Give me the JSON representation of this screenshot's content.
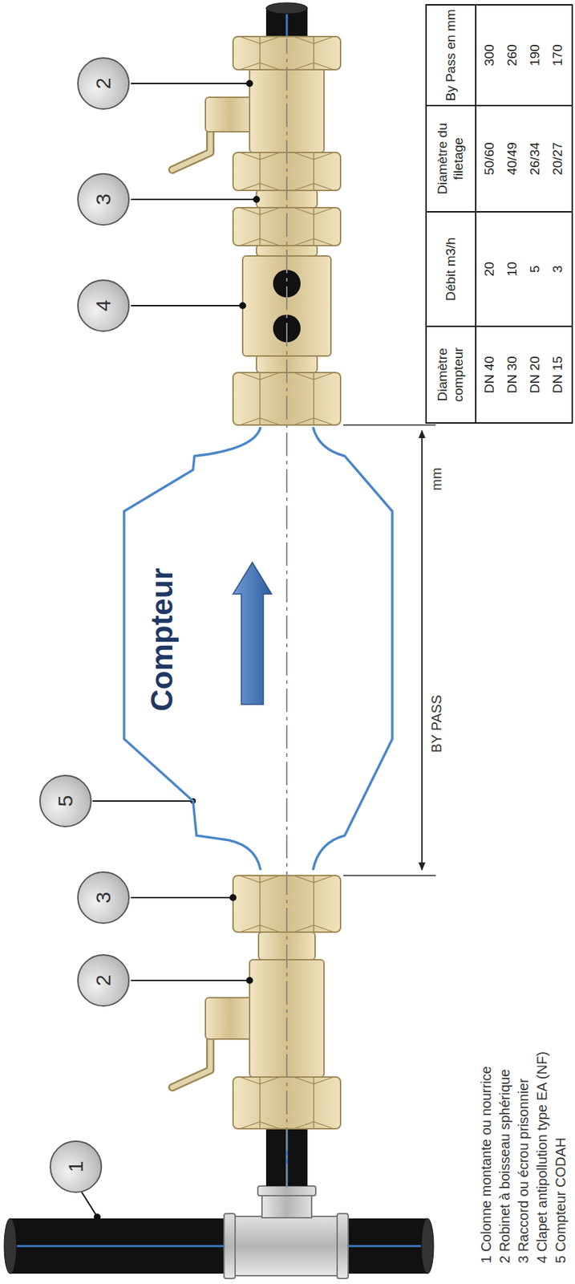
{
  "diagram": {
    "nodes": [
      {
        "text": [
          "1"
        ]
      },
      {
        "text": [
          "2"
        ]
      },
      {
        "text": [
          "3"
        ]
      },
      {
        "text": [
          "5"
        ]
      },
      {
        "text": [
          "Compteur"
        ]
      },
      {
        "text": [
          "4"
        ]
      },
      {
        "text": [
          "3"
        ]
      },
      {
        "text": [
          "2"
        ]
      }
    ],
    "edges": [
      {
        "from": 3,
        "to": 4,
        "arrow": "none"
      }
    ],
    "labels": [
      "BY PASS",
      "mm",
      "1 Colonne montante ou nourrice",
      "2 Robinet à boisseau sphérique",
      "3 Raccord ou écrou prisonnier",
      "4 Clapet antipollution type EA (NF)",
      "5 Compteur CODAH",
      "Diamètre compteur",
      "Débit m3/h",
      "Diamètre du filetage",
      "By Pass en mm",
      "DN 40",
      "20",
      "50/60",
      "300",
      "DN 30",
      "10",
      "40/49",
      "260",
      "DN 20",
      "5",
      "26/34",
      "190",
      "DN 15",
      "3",
      "20/27",
      "170"
    ]
  }
}
